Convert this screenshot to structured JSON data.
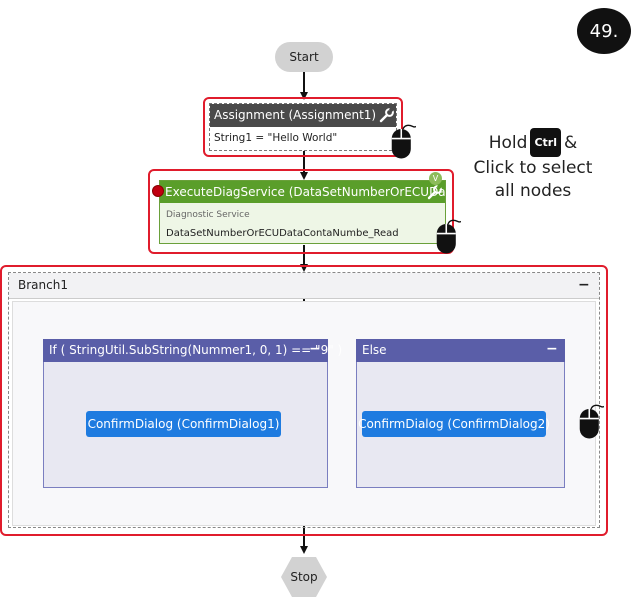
{
  "step_badge": "49.",
  "start_label": "Start",
  "stop_label": "Stop",
  "assignment": {
    "title": "Assignment (Assignment1)",
    "body": "String1 = \"Hello World\""
  },
  "diag": {
    "title": "ExecuteDiagService (DataSetNumberOrECUData...",
    "subtitle": "Diagnostic Service",
    "service": "DataSetNumberOrECUDataContaNumbe_Read",
    "badge": "V"
  },
  "branch": {
    "title": "Branch1",
    "collapse": "−",
    "if_title": "If ( StringUtil.SubString(Nummer1, 0, 1) == \"9\" )",
    "else_title": "Else",
    "confirm1": "ConfirmDialog (ConfirmDialog1)",
    "confirm2": "ConfirmDialog (ConfirmDialog2)"
  },
  "hint": {
    "line1_pre": "Hold",
    "key": "Ctrl",
    "line1_post": "&",
    "line2": "Click to select",
    "line3": "all nodes"
  },
  "colors": {
    "selection": "#e01c2c",
    "assignment_header": "#4a4a4a",
    "diag_header": "#5a9e2a",
    "branch_col_header": "#5a5ea8",
    "confirm": "#1e7be0"
  },
  "icons": [
    "wrench-icon",
    "mouse-icon",
    "breakpoint-dot",
    "minus-icon"
  ]
}
